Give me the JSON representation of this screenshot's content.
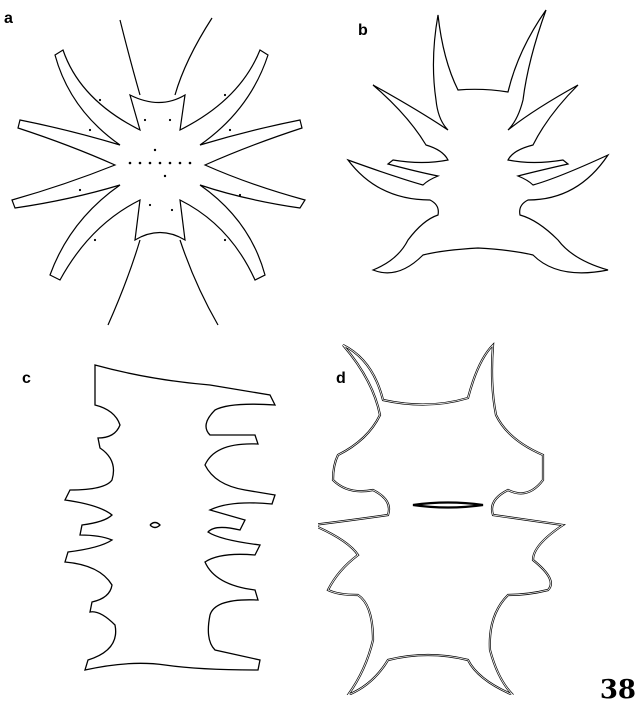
{
  "panels": [
    {
      "label": "a"
    },
    {
      "label": "b"
    },
    {
      "label": "c"
    },
    {
      "label": "d"
    }
  ],
  "page_number": "38",
  "colors": {
    "stroke": "#000000",
    "background": "#ffffff"
  }
}
